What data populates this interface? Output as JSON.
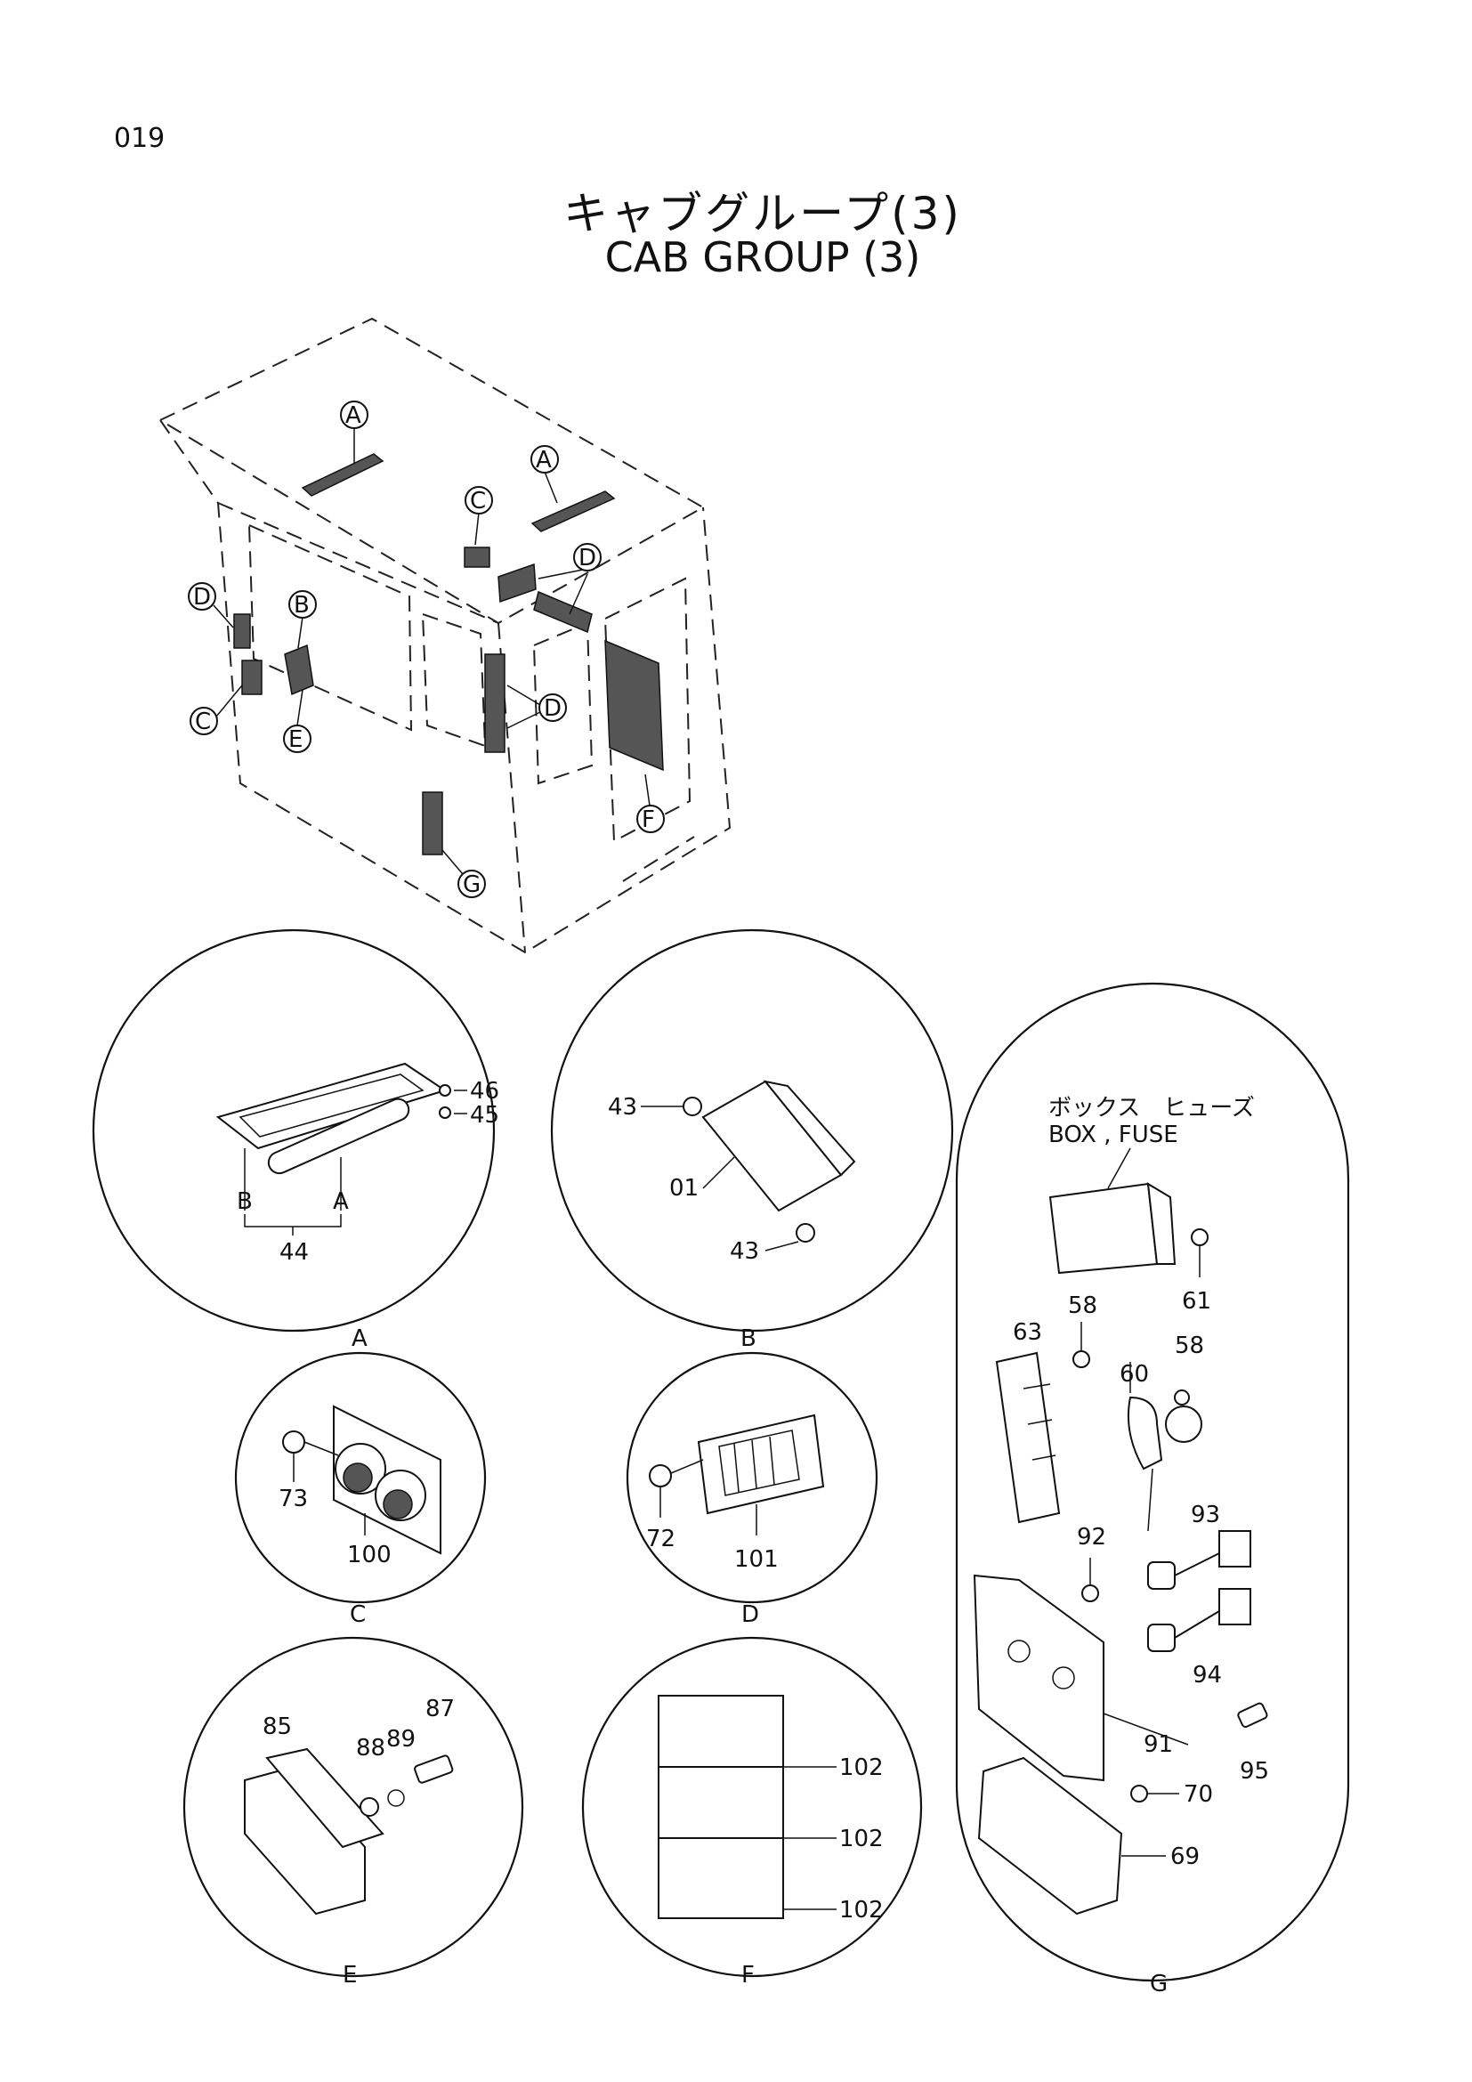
{
  "page_number": "019",
  "title_jp": "キャブグループ(3)",
  "title_en": "CAB  GROUP (3)",
  "overview_callouts": [
    "A",
    "A",
    "C",
    "D",
    "D",
    "B",
    "C",
    "E",
    "D",
    "F",
    "G"
  ],
  "details": {
    "A": {
      "label": "A",
      "parts": [
        "46",
        "45",
        "44"
      ],
      "bracket_labels": [
        "B",
        "A"
      ]
    },
    "B": {
      "label": "B",
      "parts": [
        "43",
        "01",
        "43"
      ]
    },
    "C": {
      "label": "C",
      "parts": [
        "73",
        "100"
      ]
    },
    "D": {
      "label": "D",
      "parts": [
        "72",
        "101"
      ]
    },
    "E": {
      "label": "E",
      "parts": [
        "85",
        "88",
        "89",
        "87"
      ]
    },
    "F": {
      "label": "F",
      "parts": [
        "102",
        "102",
        "102"
      ]
    },
    "G": {
      "label": "G",
      "box_jp": "ボックス　ヒューズ",
      "box_en": "BOX , FUSE",
      "parts": [
        "58",
        "61",
        "63",
        "60",
        "58",
        "93",
        "92",
        "94",
        "95",
        "91",
        "70",
        "69"
      ]
    }
  },
  "colors": {
    "ink": "#111111",
    "background": "#ffffff"
  }
}
